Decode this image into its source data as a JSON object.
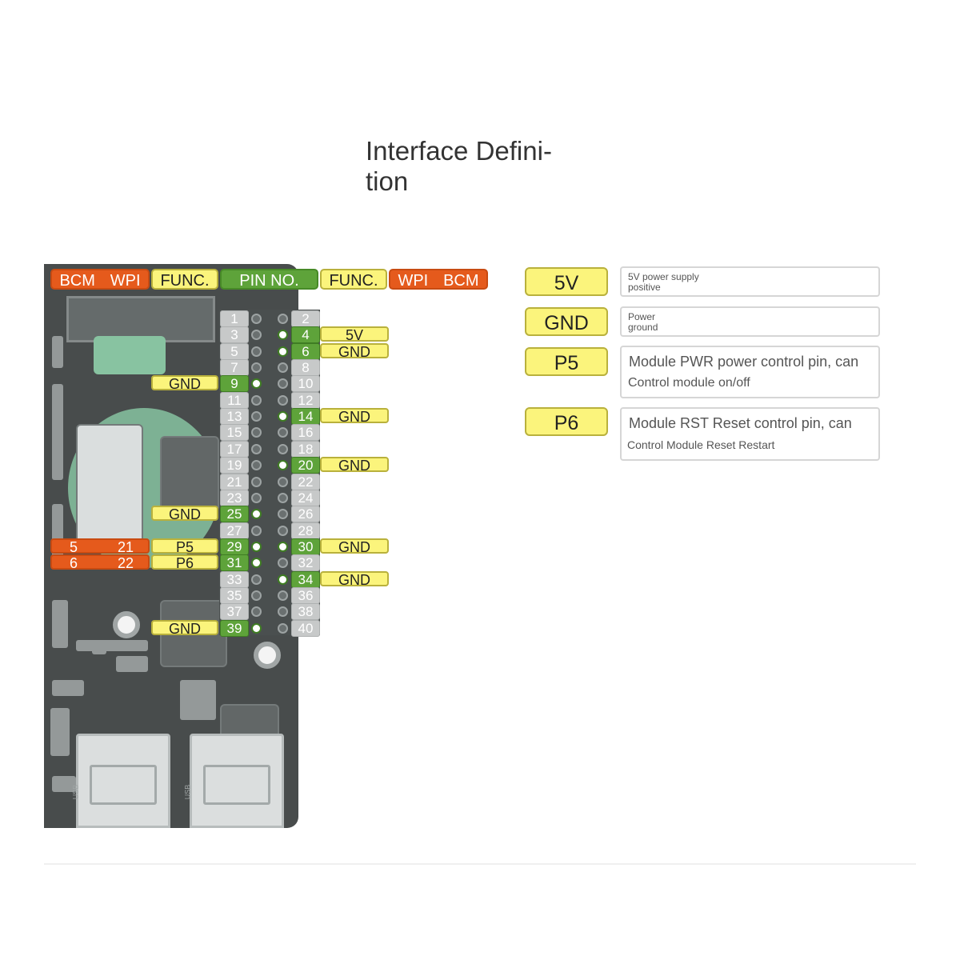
{
  "title": "Interface Defini-\ntion",
  "header": {
    "bcm_left": "BCM",
    "wpi_left": "WPI",
    "func_left": "FUNC.",
    "pin_no": "PIN NO.",
    "func_right": "FUNC.",
    "wpi_right": "WPI",
    "bcm_right": "BCM"
  },
  "pins_left": [
    {
      "num": "1",
      "active": false
    },
    {
      "num": "3",
      "active": false
    },
    {
      "num": "5",
      "active": false
    },
    {
      "num": "7",
      "active": false
    },
    {
      "num": "9",
      "active": true,
      "func": "GND"
    },
    {
      "num": "11",
      "active": false
    },
    {
      "num": "13",
      "active": false
    },
    {
      "num": "15",
      "active": false
    },
    {
      "num": "17",
      "active": false
    },
    {
      "num": "19",
      "active": false
    },
    {
      "num": "21",
      "active": false
    },
    {
      "num": "23",
      "active": false
    },
    {
      "num": "25",
      "active": true,
      "func": "GND"
    },
    {
      "num": "27",
      "active": false
    },
    {
      "num": "29",
      "active": true,
      "func": "P5",
      "bcm": "5",
      "wpi": "21"
    },
    {
      "num": "31",
      "active": true,
      "func": "P6",
      "bcm": "6",
      "wpi": "22"
    },
    {
      "num": "33",
      "active": false
    },
    {
      "num": "35",
      "active": false
    },
    {
      "num": "37",
      "active": false
    },
    {
      "num": "39",
      "active": true,
      "func": "GND"
    }
  ],
  "pins_right": [
    {
      "num": "2",
      "active": false
    },
    {
      "num": "4",
      "active": true,
      "func": "5V"
    },
    {
      "num": "6",
      "active": true,
      "func": "GND"
    },
    {
      "num": "8",
      "active": false
    },
    {
      "num": "10",
      "active": false
    },
    {
      "num": "12",
      "active": false
    },
    {
      "num": "14",
      "active": true,
      "func": "GND"
    },
    {
      "num": "16",
      "active": false
    },
    {
      "num": "18",
      "active": false
    },
    {
      "num": "20",
      "active": true,
      "func": "GND"
    },
    {
      "num": "22",
      "active": false
    },
    {
      "num": "24",
      "active": false
    },
    {
      "num": "26",
      "active": false
    },
    {
      "num": "28",
      "active": false
    },
    {
      "num": "30",
      "active": true,
      "func": "GND"
    },
    {
      "num": "32",
      "active": false
    },
    {
      "num": "34",
      "active": true,
      "func": "GND"
    },
    {
      "num": "36",
      "active": false
    },
    {
      "num": "38",
      "active": false
    },
    {
      "num": "40",
      "active": false
    }
  ],
  "definitions": [
    {
      "key": "5V",
      "line1": "5V power supply",
      "line2": "positive"
    },
    {
      "key": "GND",
      "line1": "Power",
      "line2": "ground"
    },
    {
      "key": "P5",
      "line1": "Module PWR power control pin, can",
      "line2": "Control module on/off"
    },
    {
      "key": "P6",
      "line1": "Module RST Reset control pin, can",
      "line2": "Control Module Reset Restart"
    }
  ],
  "board_silk": {
    "usb_left": "USB",
    "usb_right": "USB"
  },
  "colors": {
    "orange": "#e55a1c",
    "yellow": "#fbf47c",
    "green": "#5ea33a",
    "gray": "#c9cbcb"
  }
}
